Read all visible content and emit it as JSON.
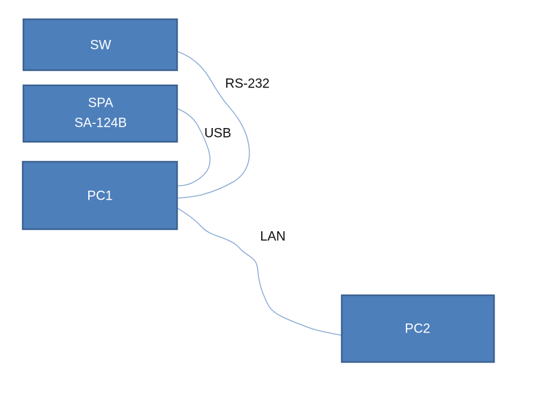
{
  "colors": {
    "background": "#ffffff",
    "node_fill": "#4d7fbb",
    "node_border": "#3c6293",
    "node_text": "#ffffff",
    "wire": "#84a7d3",
    "wire_label_text": "#0d0d0d"
  },
  "nodes": [
    {
      "id": "sw",
      "label": "SW"
    },
    {
      "id": "spa",
      "lines": [
        "SPA",
        "SA-124B"
      ]
    },
    {
      "id": "pc1",
      "label": "PC1"
    },
    {
      "id": "pc2",
      "label": "PC2"
    }
  ],
  "connections": [
    {
      "from": "SW",
      "to": "PC1",
      "label": "RS-232"
    },
    {
      "from": "SPA",
      "to": "PC1",
      "label": "USB"
    },
    {
      "from": "PC1",
      "to": "PC2",
      "label": "LAN"
    }
  ]
}
